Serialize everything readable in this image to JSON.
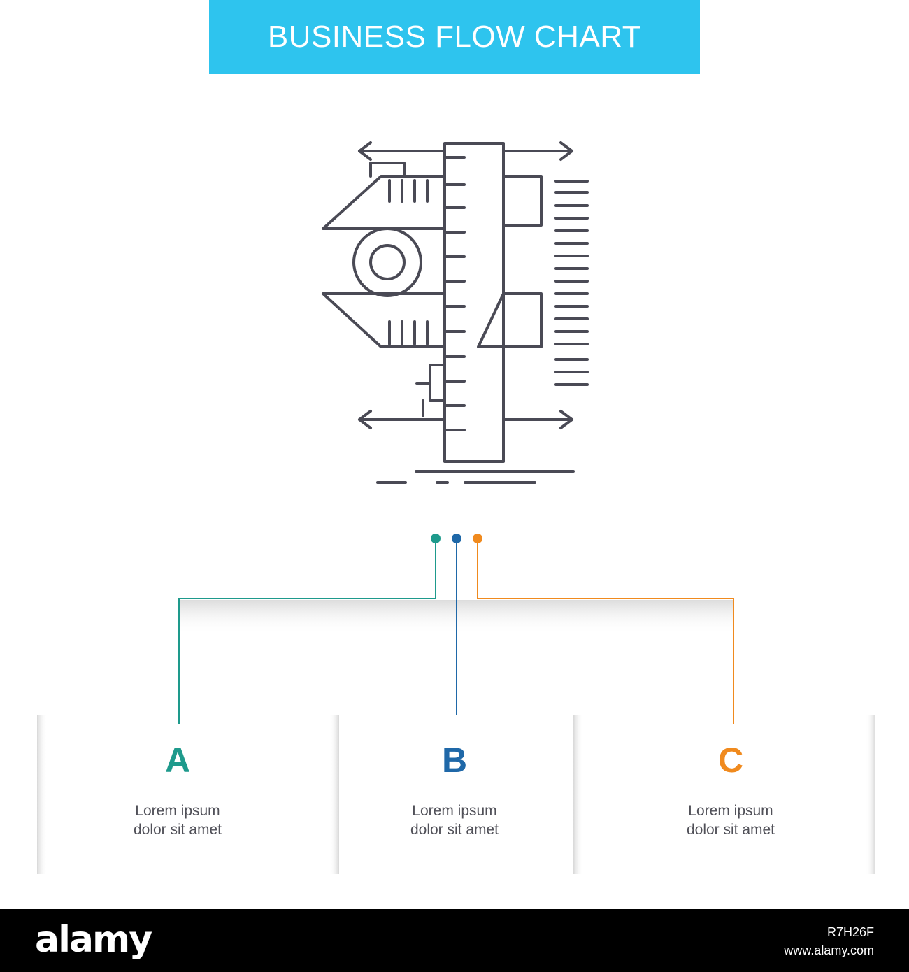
{
  "title": "BUSINESS FLOW CHART",
  "colors": {
    "banner": "#2ec4ee",
    "icon_stroke": "#4a4a55",
    "step_a": "#1e9a8c",
    "step_b": "#1f68a8",
    "step_c": "#f08a1e"
  },
  "icon": {
    "name": "caliper-measurement-icon"
  },
  "steps": [
    {
      "letter": "A",
      "line1": "Lorem ipsum",
      "line2": "dolor sit amet",
      "color": "#1e9a8c"
    },
    {
      "letter": "B",
      "line1": "Lorem ipsum",
      "line2": "dolor sit amet",
      "color": "#1f68a8"
    },
    {
      "letter": "C",
      "line1": "Lorem ipsum",
      "line2": "dolor sit amet",
      "color": "#f08a1e"
    }
  ],
  "footer": {
    "logo": "alamy",
    "image_id": "R7H26F",
    "url": "www.alamy.com"
  }
}
